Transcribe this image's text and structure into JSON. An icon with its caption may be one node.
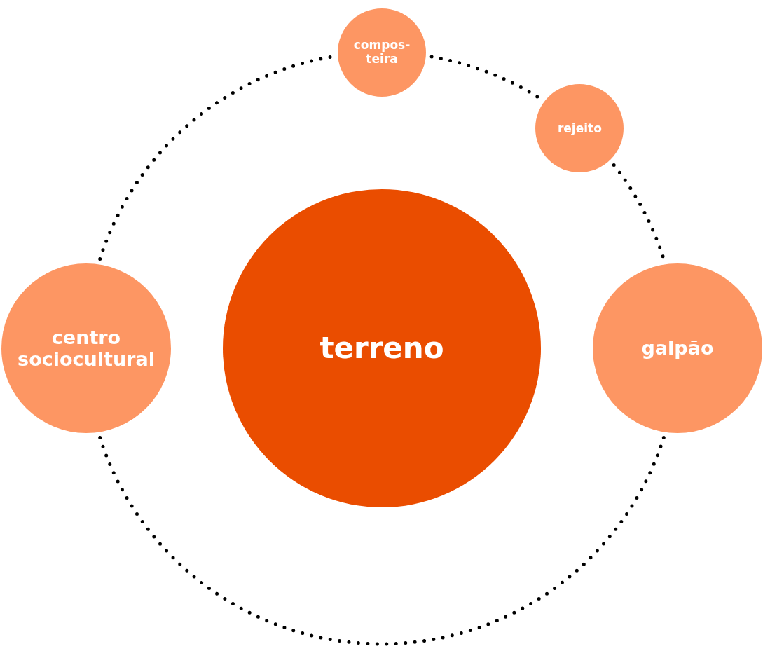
{
  "diagram": {
    "nodes": [
      {
        "text": [
          "compos- teira"
        ]
      },
      {
        "text": [
          "rejeito"
        ]
      },
      {
        "text": [
          "centro sociocultural"
        ]
      },
      {
        "text": [
          "terreno"
        ]
      },
      {
        "text": [
          "galpão"
        ]
      }
    ],
    "edges": [
      {
        "from": 0,
        "to": 1,
        "arrow": "none",
        "style": "dashed"
      },
      {
        "from": 1,
        "to": 4,
        "arrow": "none",
        "style": "dashed"
      },
      {
        "from": 4,
        "to": 2,
        "arrow": "none",
        "style": "dashed"
      },
      {
        "from": 2,
        "to": 0,
        "arrow": "none",
        "style": "dashed"
      }
    ]
  }
}
